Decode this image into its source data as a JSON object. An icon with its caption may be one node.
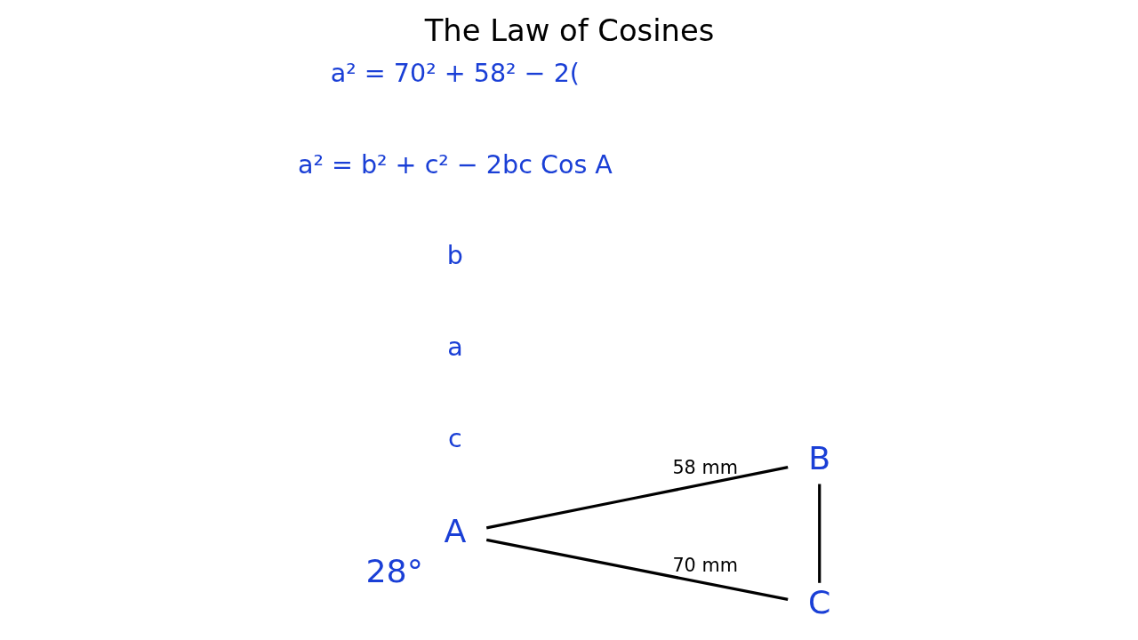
{
  "diagram": {
    "title": "The Law of Cosines",
    "nodes": [
      {
        "text": [
          "A"
        ],
        "beside": [
          "28°"
        ]
      },
      {
        "text": [
          "B"
        ]
      },
      {
        "text": [
          "C"
        ]
      }
    ],
    "edges": [
      {
        "from": 0,
        "to": 1,
        "arrow": "none",
        "label": "58 mm"
      },
      {
        "from": 1,
        "to": 2,
        "arrow": "none"
      },
      {
        "from": 0,
        "to": 2,
        "arrow": "none",
        "label": "70 mm"
      }
    ],
    "labels": [
      "c",
      "a",
      "b",
      "a² = b² + c² − 2bc Cos A",
      "a² = 70² + 58² − 2("
    ]
  }
}
